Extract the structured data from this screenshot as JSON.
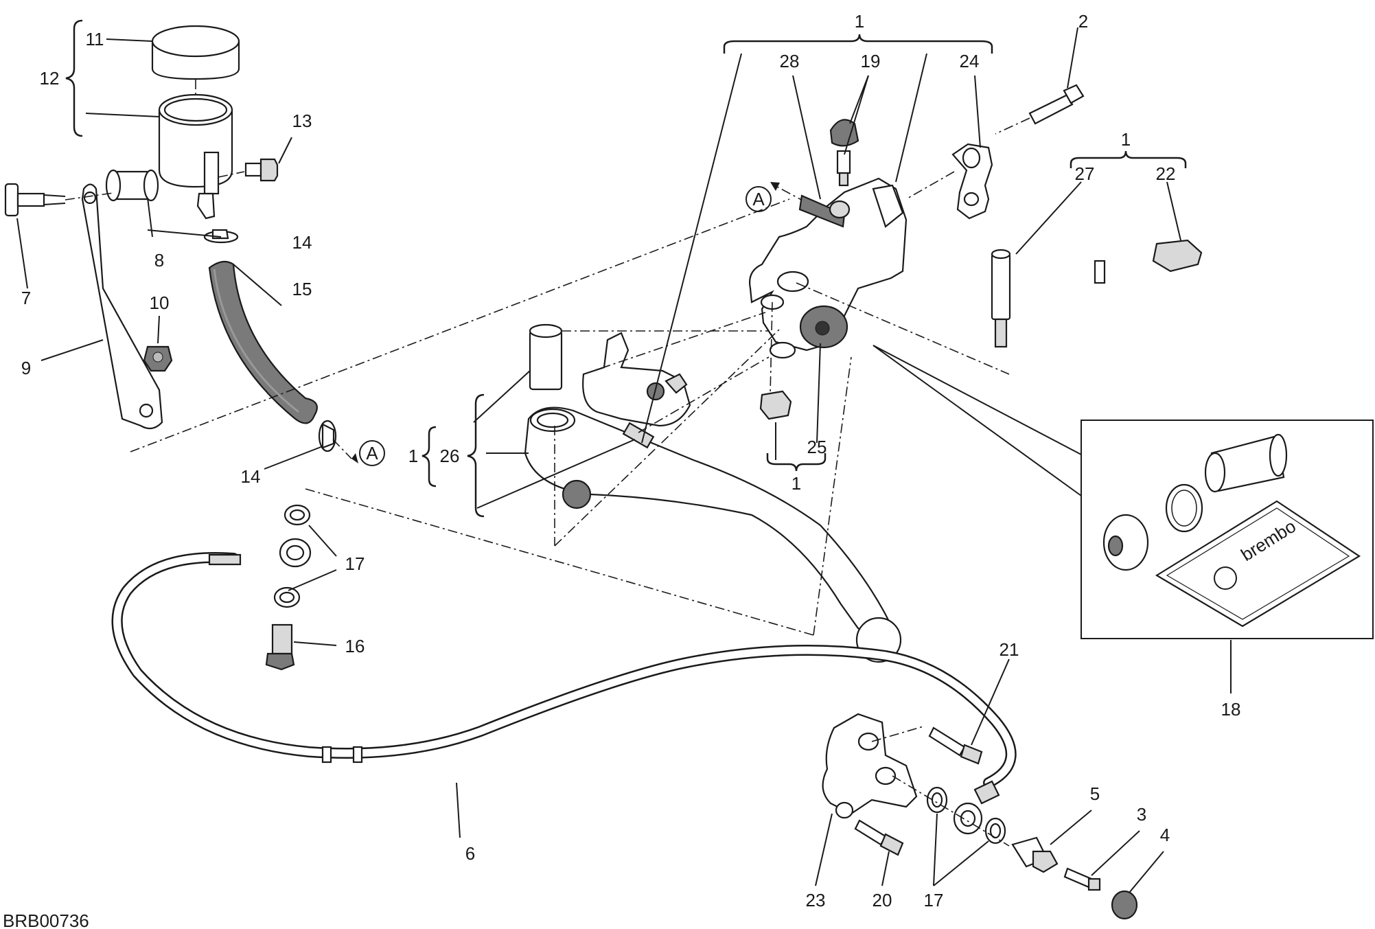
{
  "diagram": {
    "drawing_code": "BRB00736",
    "callouts": {
      "n1_top": "1",
      "n1_right": "1",
      "n1_lever": "1",
      "n1_bottom": "1",
      "n2": "2",
      "n3": "3",
      "n4": "4",
      "n5": "5",
      "n6": "6",
      "n7": "7",
      "n8": "8",
      "n9": "9",
      "n10": "10",
      "n11": "11",
      "n12": "12",
      "n13": "13",
      "n14_top": "14",
      "n14_bottom": "14",
      "n15": "15",
      "n16": "16",
      "n17_left": "17",
      "n17_bottom": "17",
      "n18": "18",
      "n19": "19",
      "n20": "20",
      "n21": "21",
      "n22": "22",
      "n23": "23",
      "n24": "24",
      "n25": "25",
      "n26": "26",
      "n27": "27",
      "n28": "28"
    },
    "connection_markers": {
      "a_top": "A",
      "a_left": "A"
    },
    "kit_logo_text": "brembo"
  }
}
